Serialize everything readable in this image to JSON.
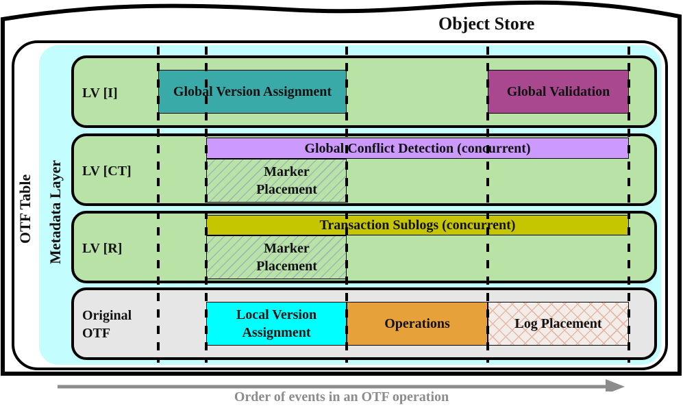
{
  "title": "Object Store",
  "outer_label": "OTF Table",
  "layer_label": "Metadata Layer",
  "rows": [
    {
      "label": "LV [I]"
    },
    {
      "label": "LV [CT]"
    },
    {
      "label": "LV [R]"
    },
    {
      "label": "Original OTF"
    }
  ],
  "blocks": {
    "global_version": "Global Version Assignment",
    "global_validation": "Global Validation",
    "conflict_detection": "Global Conflict Detection (concurrent)",
    "marker_ct": "Marker Placement",
    "sublogs": "Transaction Sublogs (concurrent)",
    "marker_r": "Marker Placement",
    "local_version": "Local Version Assignment",
    "operations": "Operations",
    "log_placement": "Log Placement"
  },
  "arrow_caption": "Order of events in an OTF operation",
  "colors": {
    "store_fill": "#ffffff",
    "metadata_layer": "#c4fdfd",
    "lv_row": "#b9e2a6",
    "original_row": "#e6e6e6",
    "global_version": "#3aaaa8",
    "global_validation": "#a9478f",
    "conflict_detection": "#cc99ff",
    "sublogs": "#c6c600",
    "local_version": "#00ffff",
    "operations": "#e6a13b",
    "arrow": "#8c8c8c"
  }
}
